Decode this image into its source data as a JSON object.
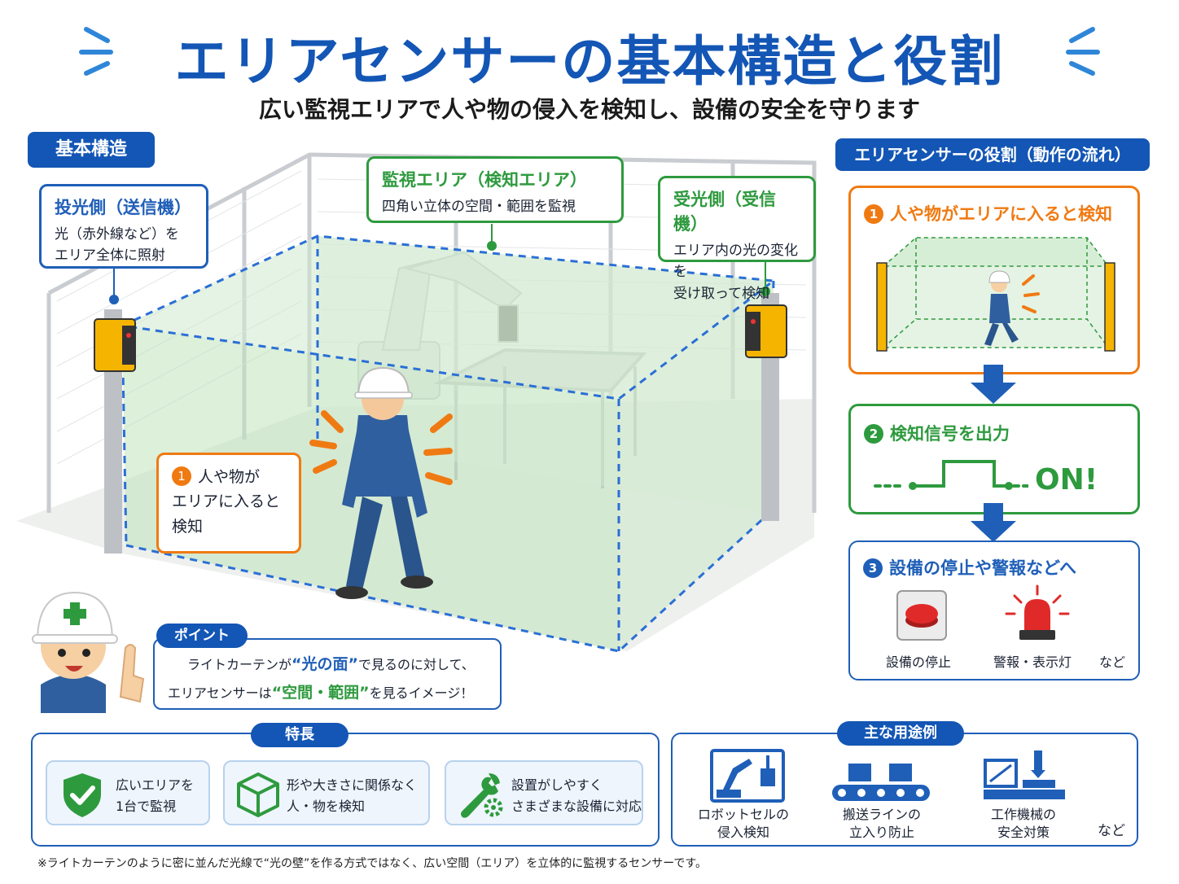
{
  "title": "エリアセンサーの基本構造と役割",
  "subtitle": "広い監視エリアで人や物の侵入を検知し、設備の安全を守ります",
  "structure": {
    "label": "基本構造",
    "emitter": {
      "title": "投光側（送信機）",
      "text": "光（赤外線など）を\nエリア全体に照射"
    },
    "area": {
      "title": "監視エリア（検知エリア）",
      "text": "四角い立体の空間・範囲を監視"
    },
    "receiver": {
      "title": "受光側（受信機）",
      "text": "エリア内の光の変化を\n受け取って検知"
    },
    "detect_callout": {
      "num": "1",
      "text": "人や物が\nエリアに入ると\n検知"
    }
  },
  "point": {
    "label": "ポイント",
    "line1_pre": "ライトカーテンが",
    "line1_hl": "“光の面”",
    "line1_post": "で見るのに対して、",
    "line2_pre": "エリアセンサーは",
    "line2_hl": "“空間・範囲”",
    "line2_post": "を見るイメージ！"
  },
  "role": {
    "label": "エリアセンサーの役割（動作の流れ）",
    "step1": {
      "num": "1",
      "title": "人や物がエリアに入ると検知"
    },
    "step2": {
      "num": "2",
      "title": "検知信号を出力",
      "signal": "ON!"
    },
    "step3": {
      "num": "3",
      "title": "設備の停止や警報などへ",
      "stop": "設備の停止",
      "alarm": "警報・表示灯",
      "etc": "など"
    }
  },
  "features": {
    "label": "特長",
    "items": [
      {
        "text": "広いエリアを\n1台で監視",
        "icon": "shield-check-icon"
      },
      {
        "text": "形や大きさに関係なく\n人・物を検知",
        "icon": "cube-icon"
      },
      {
        "text": "設置がしやすく\nさまざまな設備に対応",
        "icon": "wrench-gear-icon"
      }
    ]
  },
  "uses": {
    "label": "主な用途例",
    "items": [
      {
        "text": "ロボットセルの\n侵入検知",
        "icon": "robot-cell-icon"
      },
      {
        "text": "搬送ラインの\n立入り防止",
        "icon": "conveyor-icon"
      },
      {
        "text": "工作機械の\n安全対策",
        "icon": "machine-tool-icon"
      }
    ],
    "etc": "など"
  },
  "footnote": "※ライトカーテンのように密に並んだ光線で“光の壁”を作る方式ではなく、広い空間（エリア）を立体的に監視するセンサーです。",
  "colors": {
    "blue": "#1356b5",
    "green": "#2e9a3e",
    "orange": "#f07a12",
    "area_fill": "#cfeacd"
  }
}
